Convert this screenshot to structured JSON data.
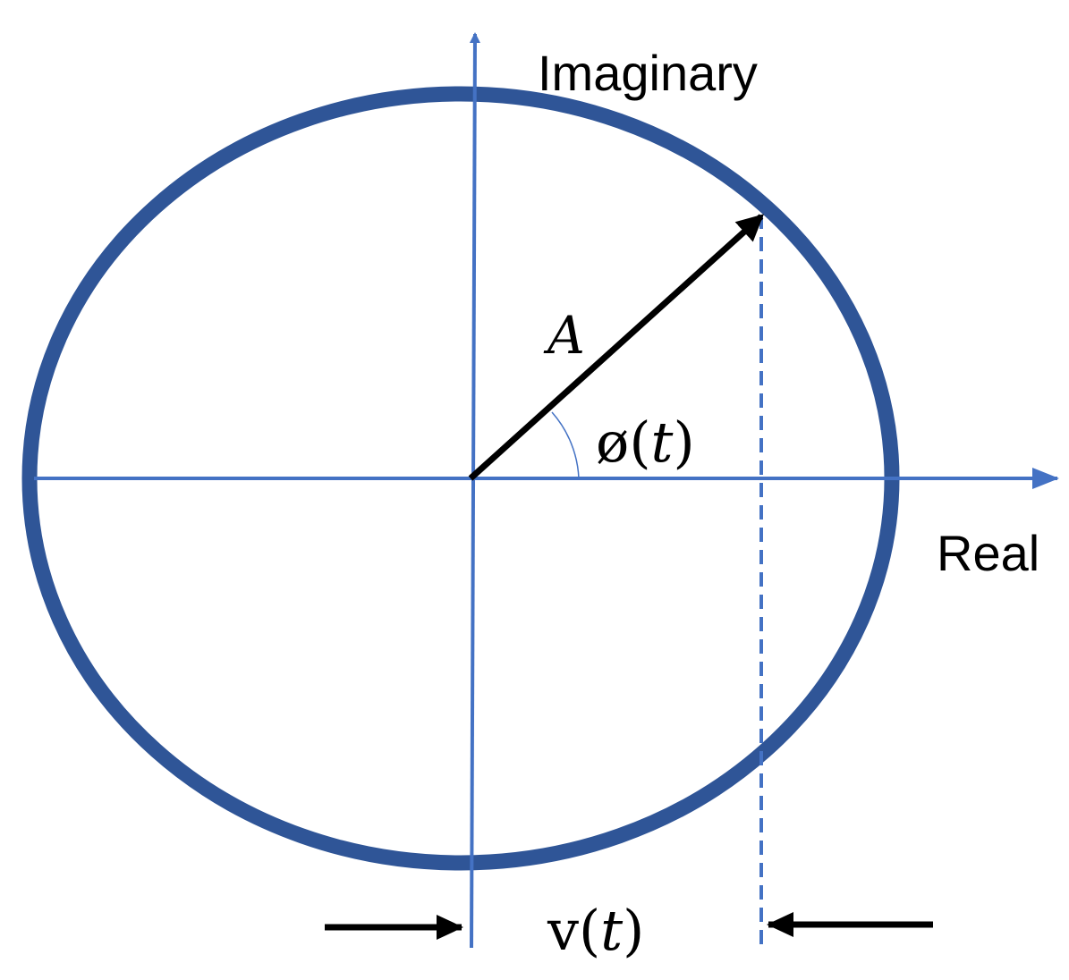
{
  "diagram": {
    "labels": {
      "imaginary_axis": "Imaginary",
      "real_axis": "Real",
      "amplitude": "A",
      "phase": "ø(t)",
      "phase_symbol": "ø",
      "projection": "v(t)",
      "projection_symbol": "v"
    },
    "colors": {
      "circle": "#2F5597",
      "axes": "#4472C4",
      "phasor": "#000000",
      "text": "#000000"
    }
  }
}
